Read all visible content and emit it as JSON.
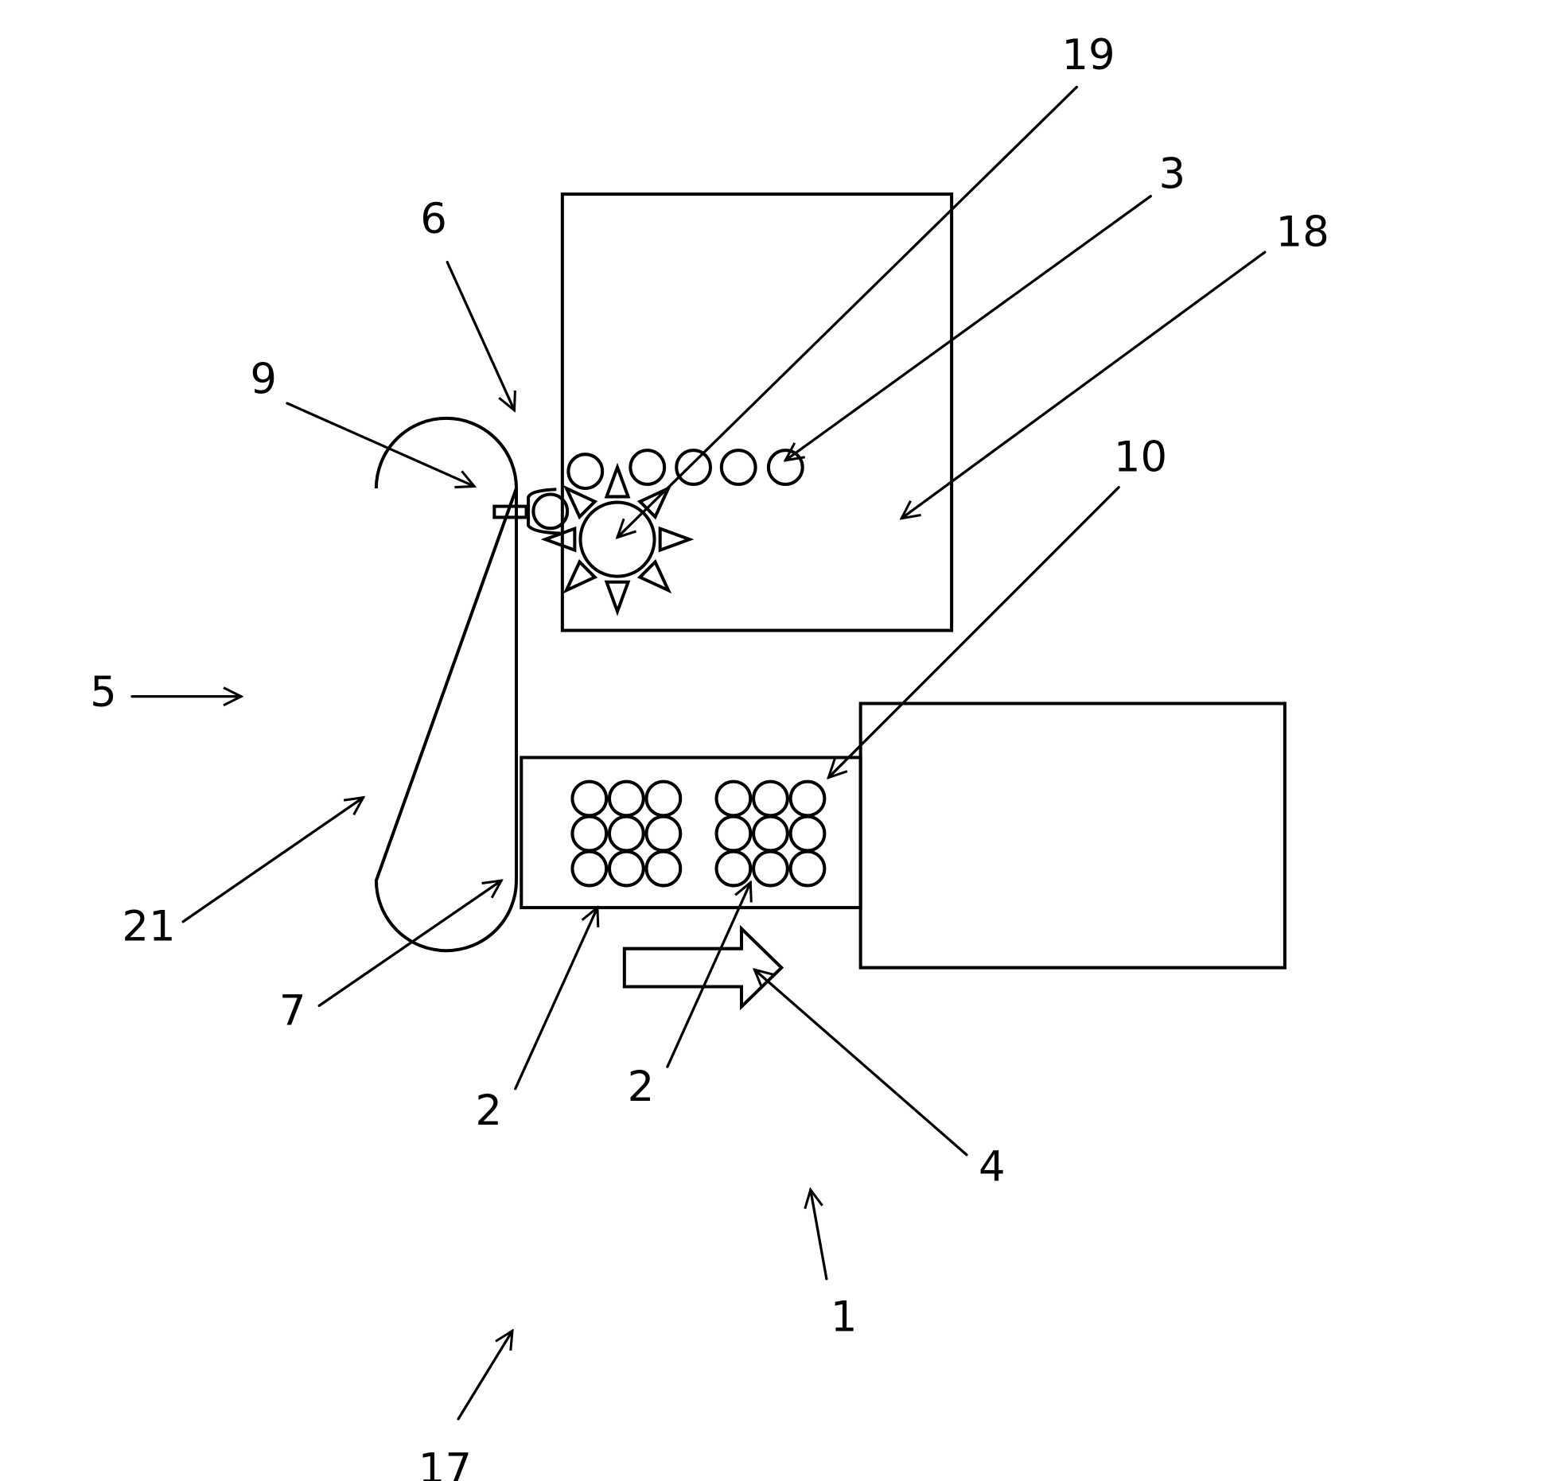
{
  "figure": {
    "type": "patent-style technical drawing",
    "colors": {
      "line": "#000000",
      "background": "#ffffff"
    },
    "reference_labels": [
      {
        "id": "label-19",
        "text": "19",
        "points_to": "gear-center"
      },
      {
        "id": "label-3",
        "text": "3",
        "points_to": "row-of-round-items"
      },
      {
        "id": "label-18",
        "text": "18",
        "points_to": "upper-box-interior"
      },
      {
        "id": "label-6",
        "text": "6",
        "points_to": "upper-box-left-edge"
      },
      {
        "id": "label-9",
        "text": "9",
        "points_to": "loop-upper-end"
      },
      {
        "id": "label-10",
        "text": "10",
        "points_to": "lower-box-upper-right"
      },
      {
        "id": "label-5",
        "text": "5",
        "points_to": "loop-region"
      },
      {
        "id": "label-21",
        "text": "21",
        "points_to": "loop-left-side"
      },
      {
        "id": "label-7",
        "text": "7",
        "points_to": "loop-lower-right"
      },
      {
        "id": "label-2a",
        "text": "2",
        "points_to": "lower-box-bottom"
      },
      {
        "id": "label-2b",
        "text": "2",
        "points_to": "second-item-grid"
      },
      {
        "id": "label-4",
        "text": "4",
        "points_to": "direction-arrow"
      },
      {
        "id": "label-1",
        "text": "1",
        "points_to": "overall-device"
      },
      {
        "id": "label-17",
        "text": "17",
        "points_to": "overall-system"
      }
    ],
    "components": {
      "upper_box": "container with row of 5 round items and a toothed gear wheel (8 triangular teeth)",
      "loop": "elongated stadium-shaped loop connecting gear outlet to lower box",
      "lower_box": "tray holding two 3x3 grids of round items",
      "right_box": "empty rectangular receiving unit",
      "direction_arrow": "block arrow pointing right",
      "item_grids": [
        {
          "rows": 3,
          "cols": 3
        },
        {
          "rows": 3,
          "cols": 3
        }
      ],
      "row_items_count": 5,
      "gear_teeth_count": 8
    }
  }
}
